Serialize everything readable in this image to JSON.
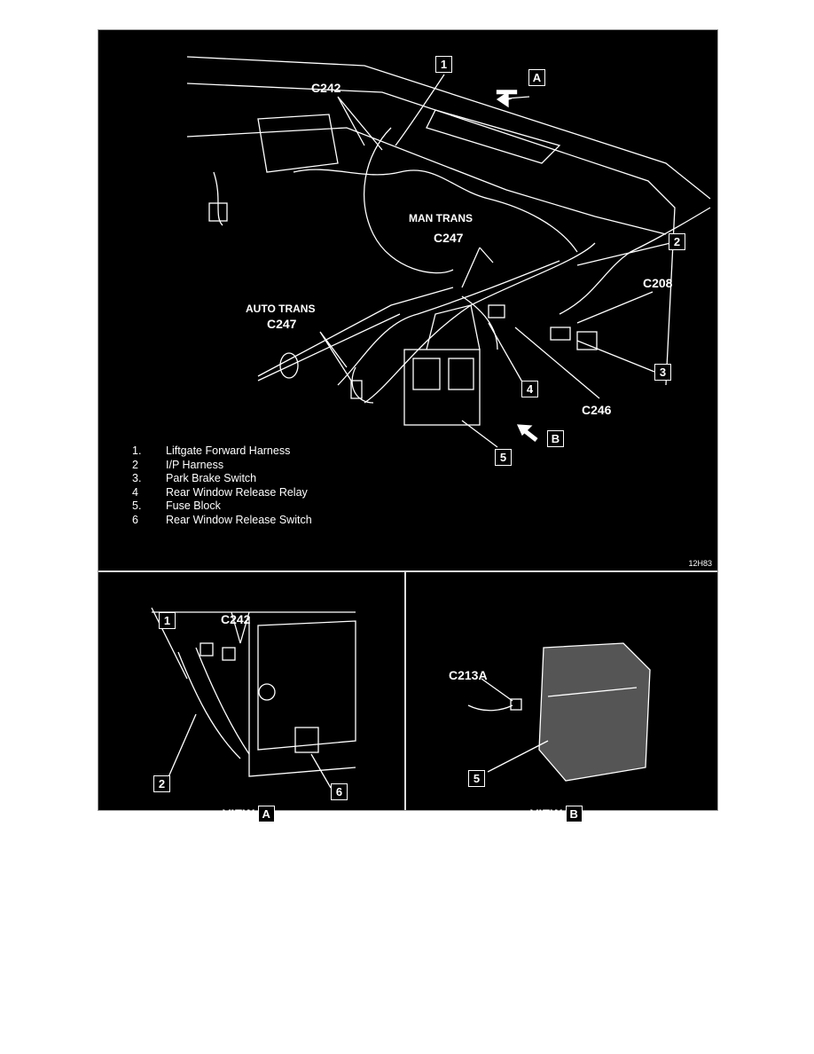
{
  "main_view": {
    "callouts": {
      "c242": "C242",
      "man_trans": "MAN TRANS",
      "c247_man": "C247",
      "auto_trans": "AUTO TRANS",
      "c247_auto": "C247",
      "c208": "C208",
      "c246": "C246"
    },
    "item_boxes": [
      "1",
      "2",
      "3",
      "4",
      "5"
    ],
    "view_arrows": [
      "A",
      "B"
    ],
    "legend": [
      {
        "num": "1.",
        "label": "Liftgate Forward Harness"
      },
      {
        "num": "2",
        "label": "I/P Harness"
      },
      {
        "num": "3.",
        "label": "Park Brake Switch"
      },
      {
        "num": "4",
        "label": "Rear Window Release Relay"
      },
      {
        "num": "5.",
        "label": "Fuse Block"
      },
      {
        "num": "6",
        "label": "Rear Window Release Switch"
      }
    ],
    "figure_code": "12H83"
  },
  "view_a": {
    "title": "VIEW",
    "letter": "A",
    "callout": "C242",
    "boxes": [
      "1",
      "2",
      "6"
    ]
  },
  "view_b": {
    "title": "VIEW",
    "letter": "B",
    "callout": "C213A",
    "boxes": [
      "5"
    ]
  }
}
